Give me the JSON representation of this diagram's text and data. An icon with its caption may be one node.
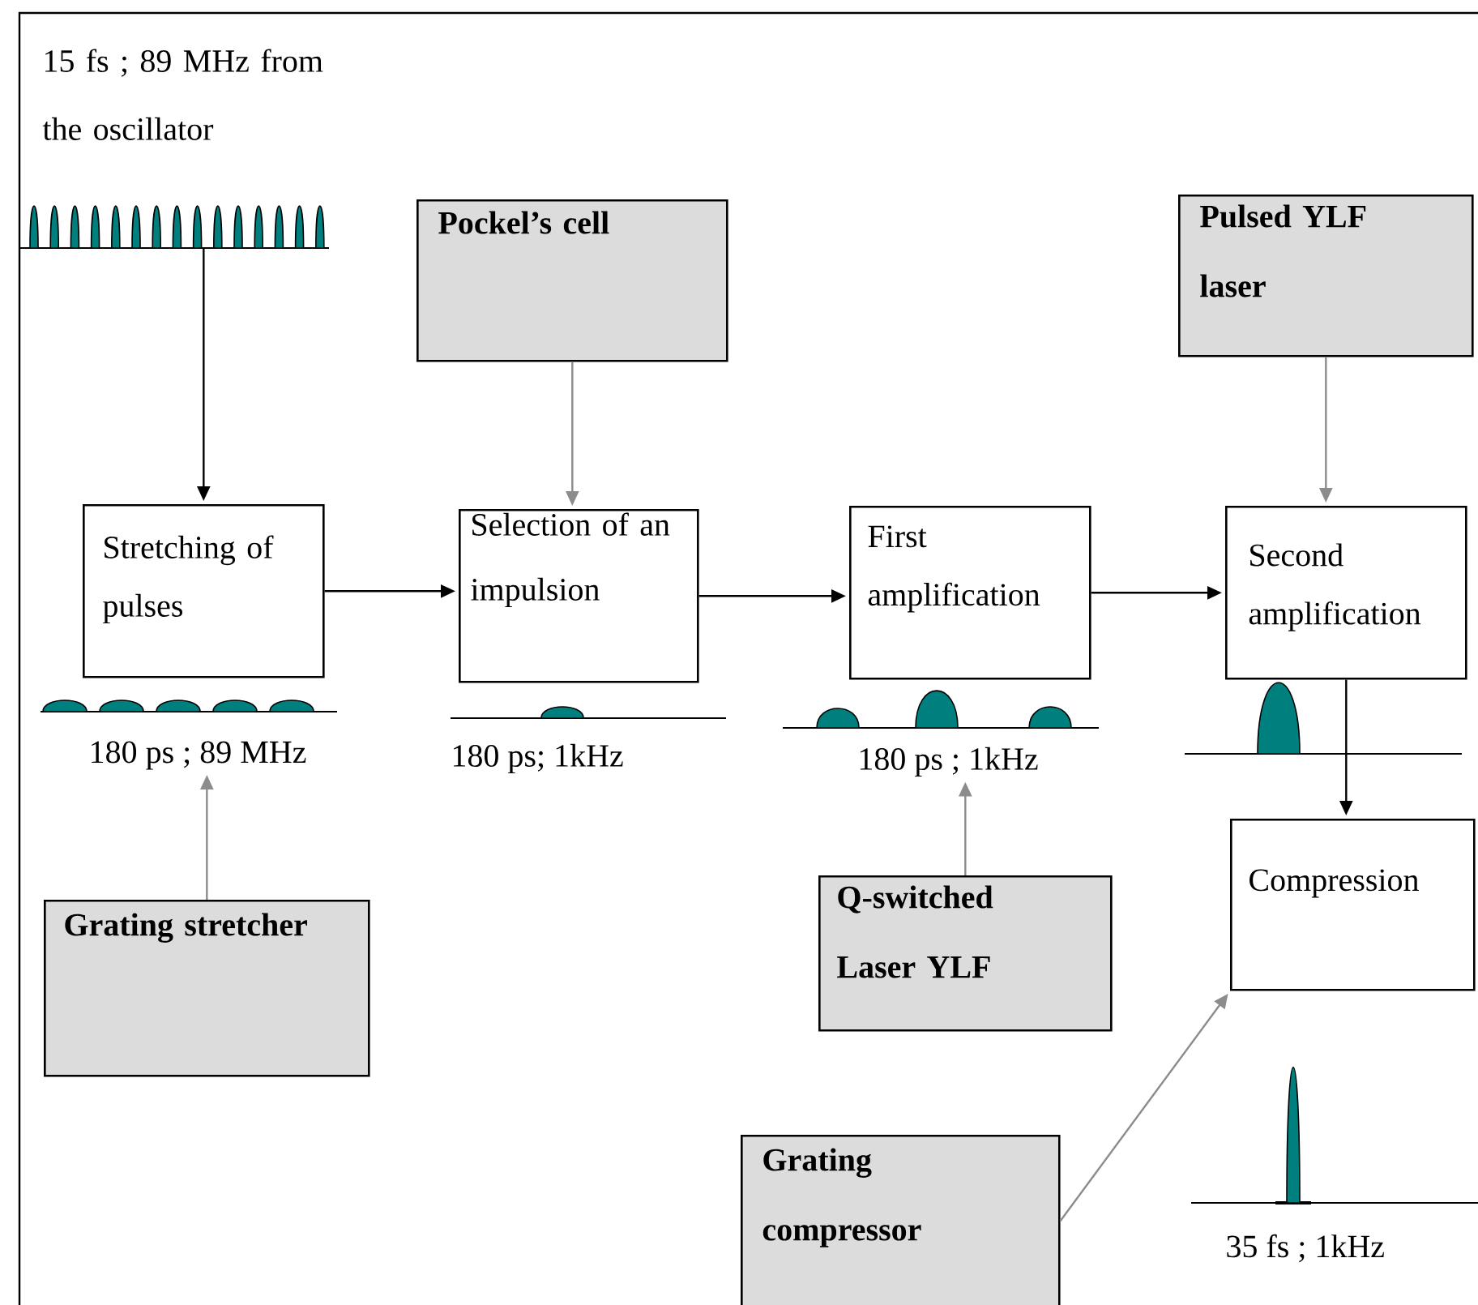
{
  "diagram": {
    "nodes": [
      {
        "text": [],
        "shape": "picture",
        "beside": [
          "15 fs ; 89 MHz from the oscillator"
        ]
      },
      {
        "text": [
          "Pockel’s cell"
        ]
      },
      {
        "text": [
          "Pulsed YLF laser"
        ]
      },
      {
        "text": [
          "Stretching of pulses"
        ]
      },
      {
        "text": [
          "Selection of an impulsion"
        ]
      },
      {
        "text": [
          "First amplification"
        ]
      },
      {
        "text": [
          "Second amplification"
        ]
      },
      {
        "text": [
          "180 ps ; 89 MHz"
        ]
      },
      {
        "text": [
          "180 ps ; 1kHz"
        ]
      },
      {
        "text": [
          "Compression"
        ]
      },
      {
        "text": [
          "Grating stretcher"
        ]
      },
      {
        "text": [
          "Q-switched Laser YLF"
        ]
      },
      {
        "text": [
          "Grating compressor"
        ]
      }
    ],
    "edges": [
      {
        "from": 0,
        "to": 3,
        "arrow": "to"
      },
      {
        "from": 1,
        "to": 4,
        "arrow": "to",
        "color": "#8c8c8c"
      },
      {
        "from": 3,
        "to": 4,
        "arrow": "to"
      },
      {
        "from": 4,
        "to": 5,
        "arrow": "to"
      },
      {
        "from": 5,
        "to": 6,
        "arrow": "to"
      },
      {
        "from": 2,
        "to": 6,
        "arrow": "to",
        "color": "#8c8c8c"
      },
      {
        "from": 6,
        "to": 9,
        "arrow": "to"
      },
      {
        "from": 10,
        "to": 7,
        "arrow": "to",
        "color": "#8c8c8c"
      },
      {
        "from": 11,
        "to": 8,
        "arrow": "to",
        "color": "#8c8c8c"
      },
      {
        "from": 12,
        "to": 9,
        "arrow": "to",
        "color": "#8c8c8c"
      }
    ],
    "labels": [
      "180 ps; 1kHz",
      "35 fs ; 1kHz"
    ]
  }
}
